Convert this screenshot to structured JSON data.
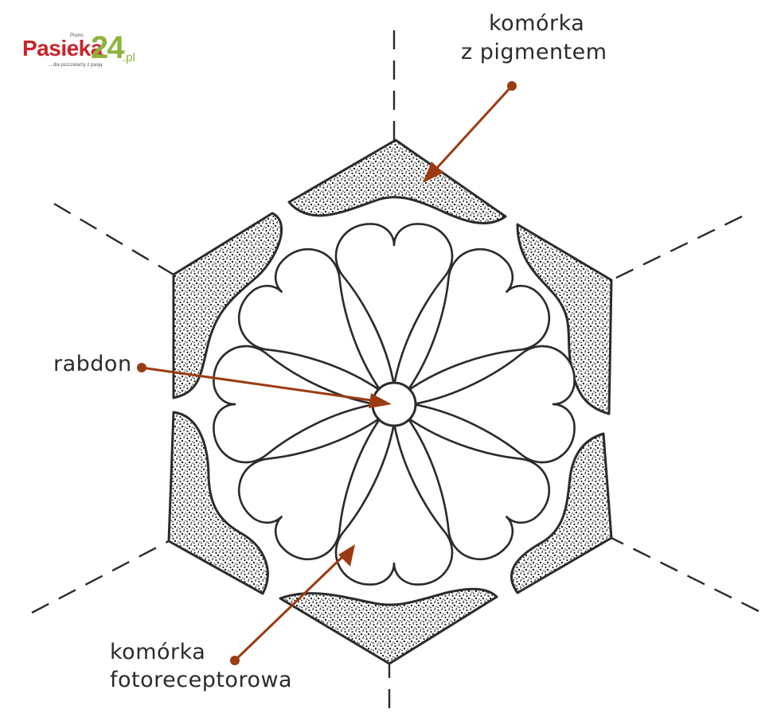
{
  "logo": {
    "small_text": "Pismo",
    "name": "Pasieka",
    "number": "24",
    "tld": ".pl",
    "tagline": "... dla pszczelarzy z pasją",
    "colors": {
      "name": "#c8242b",
      "number": "#8db43c"
    }
  },
  "labels": {
    "pigment_cell_line1": "komórka",
    "pigment_cell_line2": "z pigmentem",
    "rhabdom": "rabdon",
    "photoreceptor_line1": "komórka",
    "photoreceptor_line2": "fotoreceptorowa"
  },
  "colors": {
    "arrow": "#9c3b12",
    "outline": "#2b2b2b",
    "pigment_fill": "#ffffff",
    "pigment_dots": "#1e1e1e"
  }
}
